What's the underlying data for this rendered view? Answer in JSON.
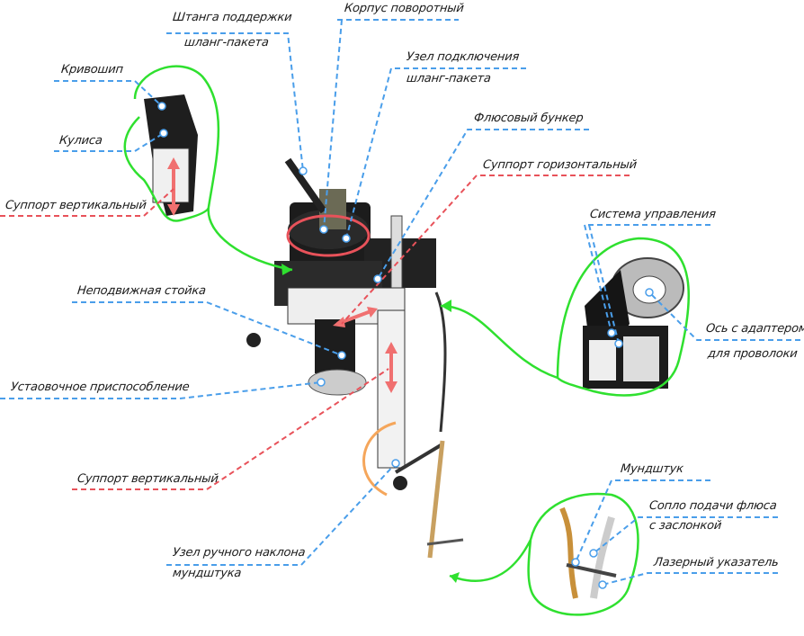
{
  "labels": {
    "shtanga_1": "Штанга поддержки",
    "shtanga_2": "шланг-пакета",
    "korpus": "Корпус поворотный",
    "uzel_podkl_1": "Узел подключения",
    "uzel_podkl_2": "шланг-пакета",
    "krivoship": "Кривошип",
    "kulisa": "Кулиса",
    "bunker": "Флюсовый бункер",
    "support_horizontal": "Суппорт горизонтальный",
    "support_vertical_top": "Суппорт вертикальный",
    "sistema": "Система управления",
    "stoika": "Неподвижная стойка",
    "os_1": "Ось с адаптером",
    "os_2": "для проволоки",
    "ustanovochnoe": "Устаовочное приспособление",
    "support_vertical_bottom": "Суппорт вертикальный",
    "uzel_naklona_1": "Узел ручного наклона",
    "uzel_naklona_2": "мундштука",
    "mundshtuk": "Мундштук",
    "soplo_1": "Сопло подачи флюса",
    "soplo_2": "с заслонкой",
    "lazer": "Лазерный указатель"
  },
  "colors": {
    "leader_blue": "#4a9eea",
    "leader_red": "#e8525a",
    "callout_green": "#2fe02f",
    "rotation_orange": "#f5a65b"
  }
}
